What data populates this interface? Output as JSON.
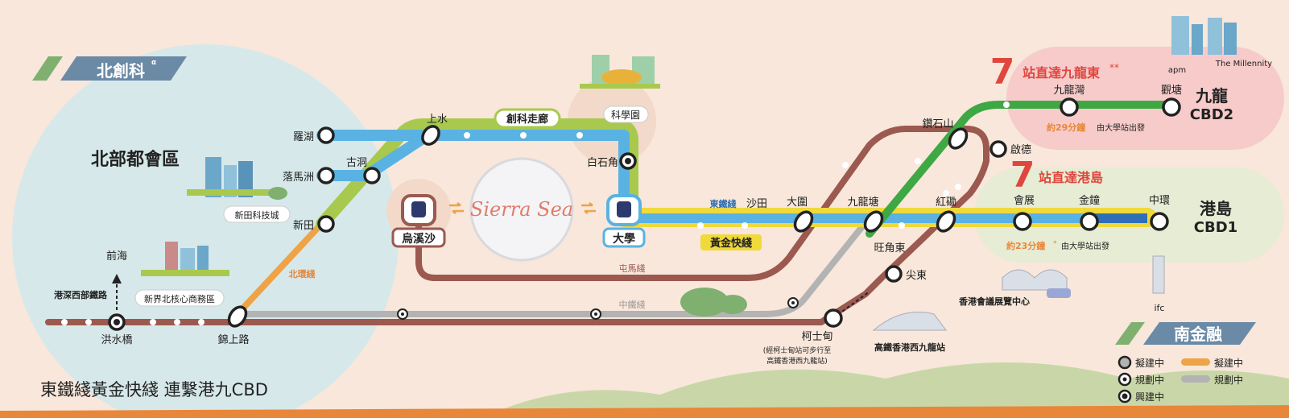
{
  "north_banner": {
    "title": "北創科",
    "superscript": "α"
  },
  "south_banner": {
    "title": "南金融"
  },
  "region_north_metro": "北部都會區",
  "corridor_label": "創科走廊",
  "science_park_label": "科學園",
  "project_logo": "Sierra Sea",
  "bottom_title": "東鐵綫黃金快綫 連繫港九CBD",
  "kowloon": {
    "headline_number": "7",
    "headline_text": "站直達九龍東",
    "headline_mark": "**",
    "cbd_name": "九龍",
    "cbd_code": "CBD2",
    "time_note": "約29分鐘",
    "from_note": "由大學站出發",
    "landmark_apm": "apm",
    "landmark_millennity": "The Millennity"
  },
  "island": {
    "headline_number": "7",
    "headline_text": "站直達港島",
    "cbd_name": "港島",
    "cbd_code": "CBD1",
    "time_note": "約23分鐘",
    "mark": "*",
    "from_note": "由大學站出發",
    "hkcec_label": "香港會議展覽中心",
    "ifc_label": "ifc"
  },
  "landmarks": {
    "sandao_tech": "新田科技城",
    "nt_north_cbd": "新界北核心商務區",
    "west_kowloon": "高鐵香港西九龍站"
  },
  "line_labels": {
    "east_rail": "東鐵綫",
    "golden_express": "黃金快綫",
    "northern_link": "北環綫",
    "tuen_ma": "屯馬綫",
    "central_rail": "中鐵綫",
    "western_rail": "港深西部鐵路"
  },
  "stations": {
    "lo_wu": "羅湖",
    "lok_ma_chau": "落馬洲",
    "kwu_tung": "古洞",
    "san_tin": "新田",
    "sheung_shui": "上水",
    "pak_shek_kok": "白石角",
    "university": "大學",
    "wu_kai_sha": "烏溪沙",
    "sha_tin": "沙田",
    "tai_wai": "大圍",
    "kowloon_tong": "九龍塘",
    "hung_hom": "紅磡",
    "exhibition": "會展",
    "admiralty": "金鐘",
    "central": "中環",
    "diamond_hill": "鑽石山",
    "kai_tak": "啟德",
    "kowloon_bay": "九龍灣",
    "kwun_tong": "觀塘",
    "mong_kok_east": "旺角東",
    "east_tsim_sha_tsui": "尖東",
    "austin": "柯士甸",
    "austin_note1": "(經柯士甸站可步行至",
    "austin_note2": "高鐵香港西九龍站)",
    "hung_shui_kiu": "洪水橋",
    "kam_sheung_road": "錦上路",
    "qianhai": "前海"
  },
  "legend": {
    "items": [
      {
        "label": "擬建中",
        "kind": "proposed-station"
      },
      {
        "label": "規劃中",
        "kind": "planned-station"
      },
      {
        "label": "興建中",
        "kind": "construction-station"
      },
      {
        "label": "擬建中",
        "kind": "proposed-line"
      },
      {
        "label": "規劃中",
        "kind": "planned-line"
      }
    ]
  },
  "colors": {
    "background": "#f8e7da",
    "east_rail_blue": "#5ab2e2",
    "golden_yellow": "#f0d93a",
    "tuen_ma": "#9b5950",
    "kwun_tong_green": "#3ea844",
    "northern_link_green": "#a8c94d",
    "proposed_orange": "#efa347",
    "planned_grey": "#b3b3b3",
    "banner_blue": "#6a8aa6",
    "headline_red": "#e0463e"
  }
}
